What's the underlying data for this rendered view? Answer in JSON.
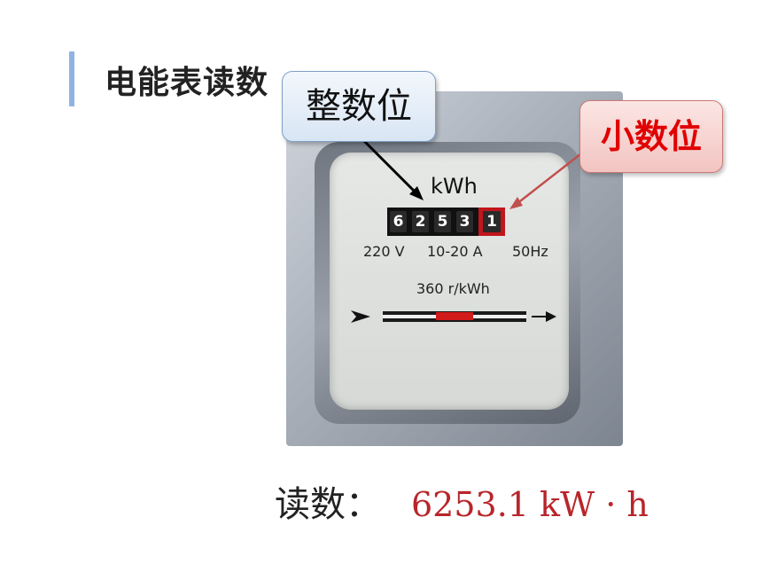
{
  "title": "电能表读数",
  "labels": {
    "integer_digits": "整数位",
    "decimal_digits": "小数位"
  },
  "meter": {
    "unit": "kWh",
    "integer_digits": [
      "6",
      "2",
      "5",
      "3"
    ],
    "decimal_digit": "1",
    "voltage": "220 V",
    "current": "10-20 A",
    "frequency": "50Hz",
    "rate": "360 r/kWh"
  },
  "reading": {
    "label": "读数：",
    "value": "6253.1 kW · h"
  },
  "colors": {
    "accent_bar": "#8fb4e3",
    "decimal_highlight": "#c0161c",
    "reading_value": "#b8262b"
  }
}
